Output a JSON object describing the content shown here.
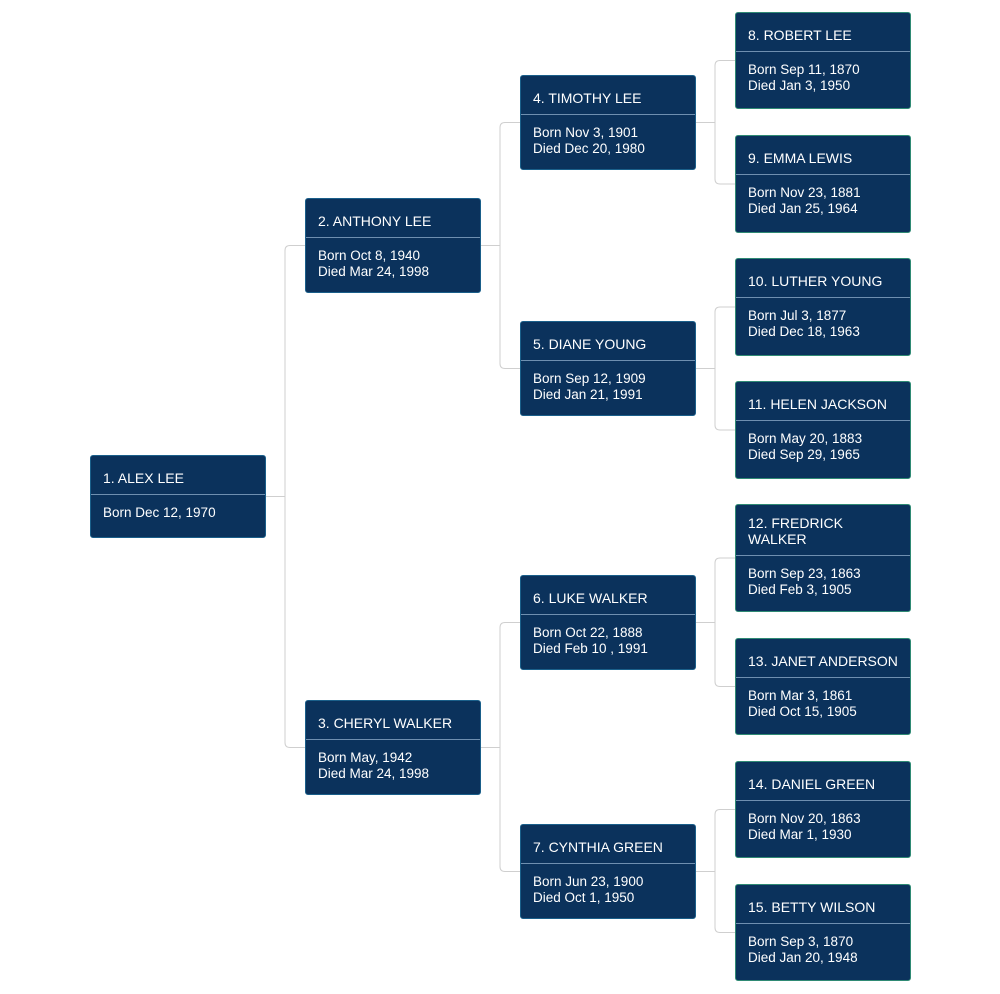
{
  "people": [
    {
      "label": "1. ALEX LEE",
      "born": "Born Dec 12, 1970",
      "died": ""
    },
    {
      "label": "2. ANTHONY LEE",
      "born": "Born Oct 8, 1940",
      "died": "Died Mar 24, 1998"
    },
    {
      "label": "3. CHERYL WALKER",
      "born": "Born May, 1942",
      "died": "Died Mar 24, 1998"
    },
    {
      "label": "4. TIMOTHY LEE",
      "born": "Born Nov 3, 1901",
      "died": "Died Dec 20, 1980"
    },
    {
      "label": "5. DIANE YOUNG",
      "born": "Born Sep 12, 1909",
      "died": "Died Jan 21, 1991"
    },
    {
      "label": "6. LUKE WALKER",
      "born": "Born Oct 22, 1888",
      "died": "Died Feb 10 , 1991"
    },
    {
      "label": "7. CYNTHIA GREEN",
      "born": "Born Jun 23, 1900",
      "died": "Died Oct 1, 1950"
    },
    {
      "label": "8. ROBERT LEE",
      "born": "Born Sep 11, 1870",
      "died": "Died Jan 3, 1950"
    },
    {
      "label": "9. EMMA LEWIS",
      "born": "Born Nov 23, 1881",
      "died": "Died Jan 25, 1964"
    },
    {
      "label": "10. LUTHER YOUNG",
      "born": "Born Jul 3, 1877",
      "died": "Died Dec 18, 1963"
    },
    {
      "label": "11. HELEN JACKSON",
      "born": "Born May 20, 1883",
      "died": "Died Sep 29, 1965"
    },
    {
      "label": "12. FREDRICK WALKER",
      "born": "Born Sep 23, 1863",
      "died": "Died Feb 3, 1905"
    },
    {
      "label": "13. JANET ANDERSON",
      "born": "Born Mar 3, 1861",
      "died": "Died Oct 15, 1905"
    },
    {
      "label": "14. DANIEL GREEN",
      "born": "Born Nov 20, 1863",
      "died": "Died Mar 1, 1930"
    },
    {
      "label": "15. BETTY WILSON",
      "born": "Born Sep 3, 1870",
      "died": "Died Jan 20, 1948"
    }
  ],
  "colors": {
    "node_fill": "#0b325c",
    "node_border": "#1a5f8a",
    "outer_node_border": "#2f8a74",
    "connector": "#cfcfcf",
    "text": "#ffffff"
  }
}
